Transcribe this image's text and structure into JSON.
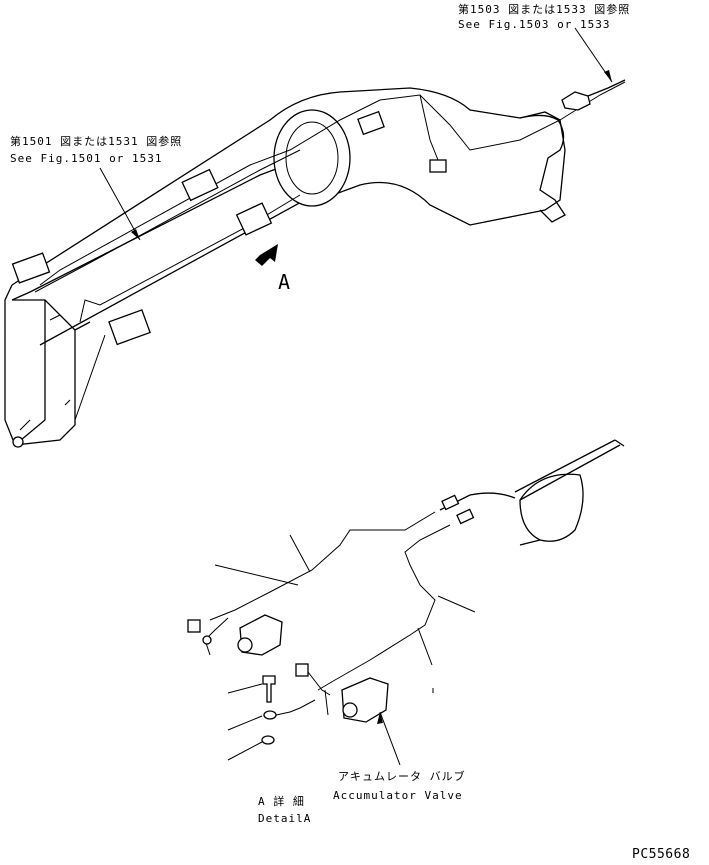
{
  "ref_top_right": {
    "jp": "第1503 図または1533 図参照",
    "en": "See Fig.1503 or 1533"
  },
  "ref_left": {
    "jp": "第1501 図または1531 図参照",
    "en": "See Fig.1501 or 1531"
  },
  "view_arrow_label": "A",
  "accumulator_valve": {
    "jp": "アキュムレータ バルブ",
    "en": "Accumulator Valve"
  },
  "detail_title": {
    "jp": "A 詳 細",
    "en": "DetailA"
  },
  "drawing_code": "PC55668"
}
